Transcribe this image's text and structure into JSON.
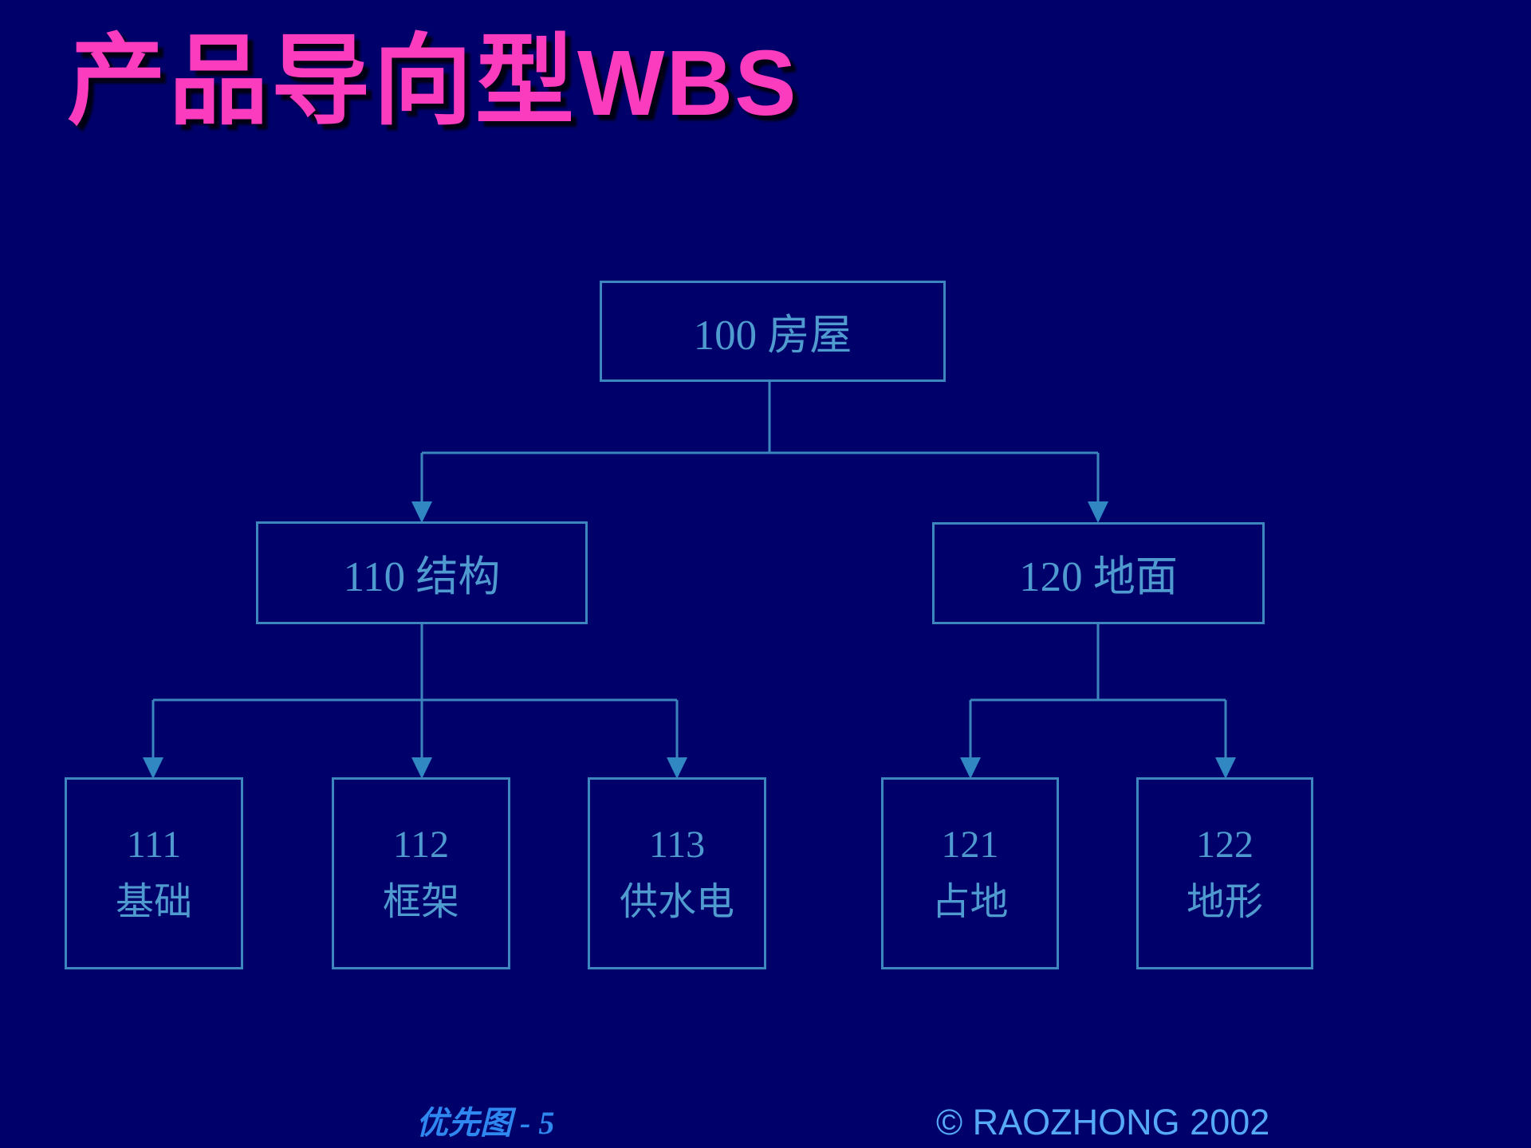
{
  "slide_title": {
    "zh": "产品导向型",
    "en": "WBS",
    "full": "产品导向型WBS"
  },
  "nodes": {
    "n100": {
      "code": "100",
      "name": "房屋",
      "text": "100 房屋",
      "parent": null
    },
    "n110": {
      "code": "110",
      "name": "结构",
      "text": "110 结构",
      "parent": "100"
    },
    "n120": {
      "code": "120",
      "name": "地面",
      "text": "120 地面",
      "parent": "100"
    },
    "n111": {
      "code": "111",
      "name": "基础",
      "parent": "110"
    },
    "n112": {
      "code": "112",
      "name": "框架",
      "parent": "110"
    },
    "n113": {
      "code": "113",
      "name": "供水电",
      "parent": "110"
    },
    "n121": {
      "code": "121",
      "name": "占地",
      "parent": "120"
    },
    "n122": {
      "code": "122",
      "name": "地形",
      "parent": "120"
    }
  },
  "footer": {
    "left": "优先图 - 5",
    "right": "© RAOZHONG 2002"
  },
  "colors": {
    "background": "#00006B",
    "title": "#FB3CBE",
    "box_border": "#3D86BE",
    "box_text": "#4F9BCF",
    "connector": "#3B84BC",
    "footer_left": "#2F87F0",
    "footer_right": "#55A9F5"
  }
}
